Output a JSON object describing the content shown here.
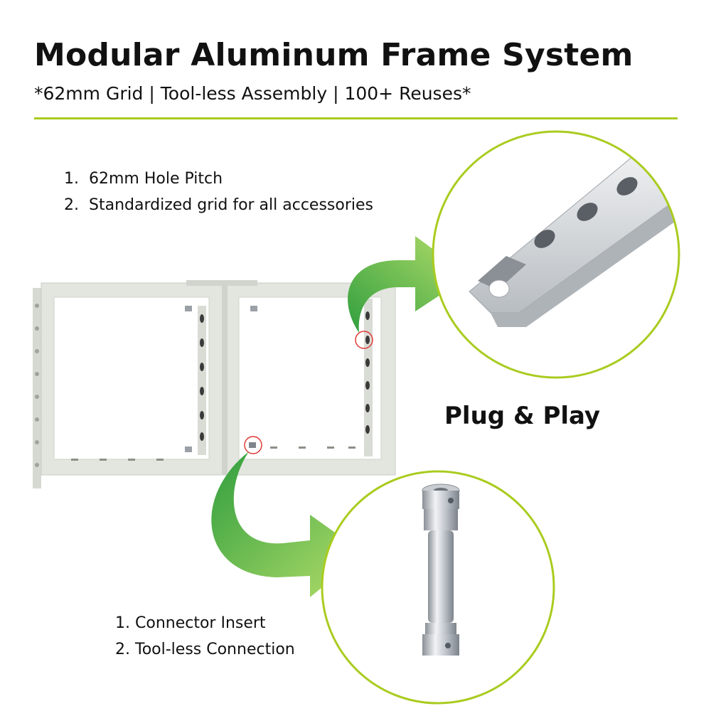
{
  "header": {
    "title": "Modular Aluminum Frame System",
    "subtitle": "*62mm Grid | Tool-less Assembly | 100+ Reuses*"
  },
  "features_top": [
    {
      "num": "1.",
      "text": "62mm Hole Pitch"
    },
    {
      "num": "2.",
      "text": "Standardized grid  for all accessories"
    }
  ],
  "features_bottom": [
    {
      "num": "1.",
      "text": "Connector Insert"
    },
    {
      "num": "2.",
      "text": "Tool-less Connection"
    }
  ],
  "callout": "Plug & Play",
  "colors": {
    "accent": "#a9cc1f",
    "arrow_dark": "#2f9e3e",
    "arrow_light": "#b5de6a",
    "highlight_ring": "#e23a3a",
    "frame": "#e3e5df",
    "metal": "#c8ccd2"
  },
  "icons": [
    "curved-arrow-icon",
    "frame-image",
    "profile-closeup-image",
    "connector-pin-image"
  ]
}
